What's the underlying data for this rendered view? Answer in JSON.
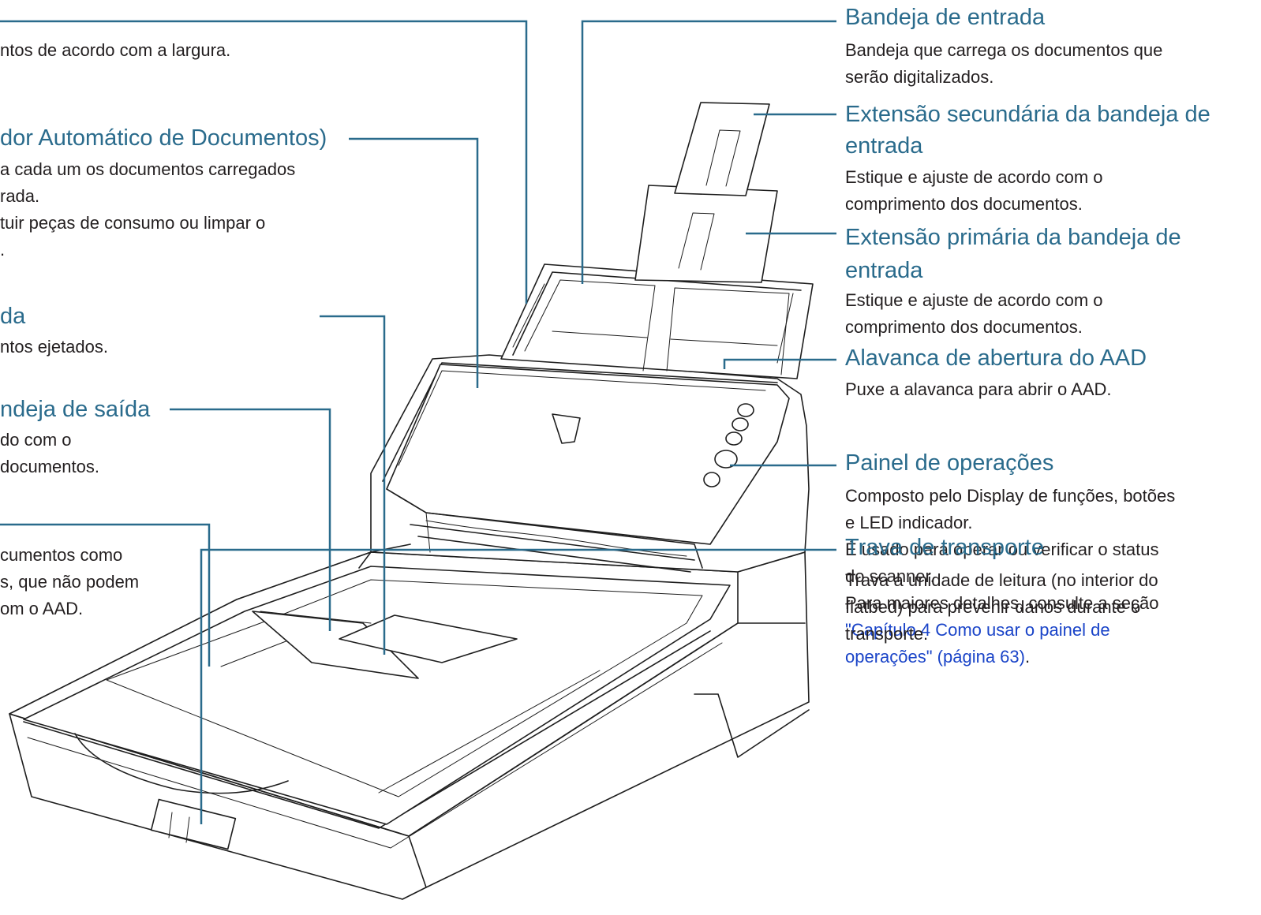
{
  "left_callouts": [
    {
      "title": "",
      "lines": [
        "ntos de acordo com a largura."
      ]
    },
    {
      "title": "dor Automático de Documentos)",
      "lines": [
        "a cada um os documentos carregados",
        "rada.",
        "tuir peças de consumo ou limpar o",
        "."
      ]
    },
    {
      "title": "da",
      "lines": [
        "ntos ejetados."
      ]
    },
    {
      "title": "ndeja de saída",
      "lines": [
        "do com o",
        "documentos."
      ]
    },
    {
      "title": "",
      "lines": [
        "cumentos como",
        "s, que não podem",
        "om o AAD."
      ]
    }
  ],
  "right_callouts": [
    {
      "title_lines": [
        "Bandeja de entrada"
      ],
      "lines": [
        "Bandeja que carrega os documentos que",
        "serão digitalizados."
      ]
    },
    {
      "title_lines": [
        "Extensão secundária da bandeja de",
        "entrada"
      ],
      "lines": [
        "Estique e ajuste de acordo com o",
        "comprimento dos documentos."
      ]
    },
    {
      "title_lines": [
        "Extensão primária da bandeja de",
        "entrada"
      ],
      "lines": [
        "Estique e ajuste de acordo com o",
        "comprimento dos documentos."
      ]
    },
    {
      "title_lines": [
        "Alavanca de abertura do AAD"
      ],
      "lines": [
        "Puxe a alavanca para abrir o AAD."
      ]
    },
    {
      "title_lines": [
        "Painel de operações"
      ],
      "lines": [
        "Composto pelo Display de funções, botões",
        "e LED indicador.",
        "É usado para operar ou verificar o status",
        "do scanner.",
        "Para maiores detalhes, consulte a seção"
      ],
      "link_lines": [
        "\"Capítulo 4 Como usar o painel de",
        "operações\" (página 63)"
      ],
      "link_tail": "."
    },
    {
      "title_lines": [
        "Trava de transporte"
      ],
      "lines": [
        "Trava a unidade de leitura (no interior do",
        "flatbed) para prevenir danos durante o",
        "transporte."
      ]
    }
  ],
  "colors": {
    "title": "#2a6b8c",
    "link": "#1a44c8",
    "text": "#231f20"
  }
}
